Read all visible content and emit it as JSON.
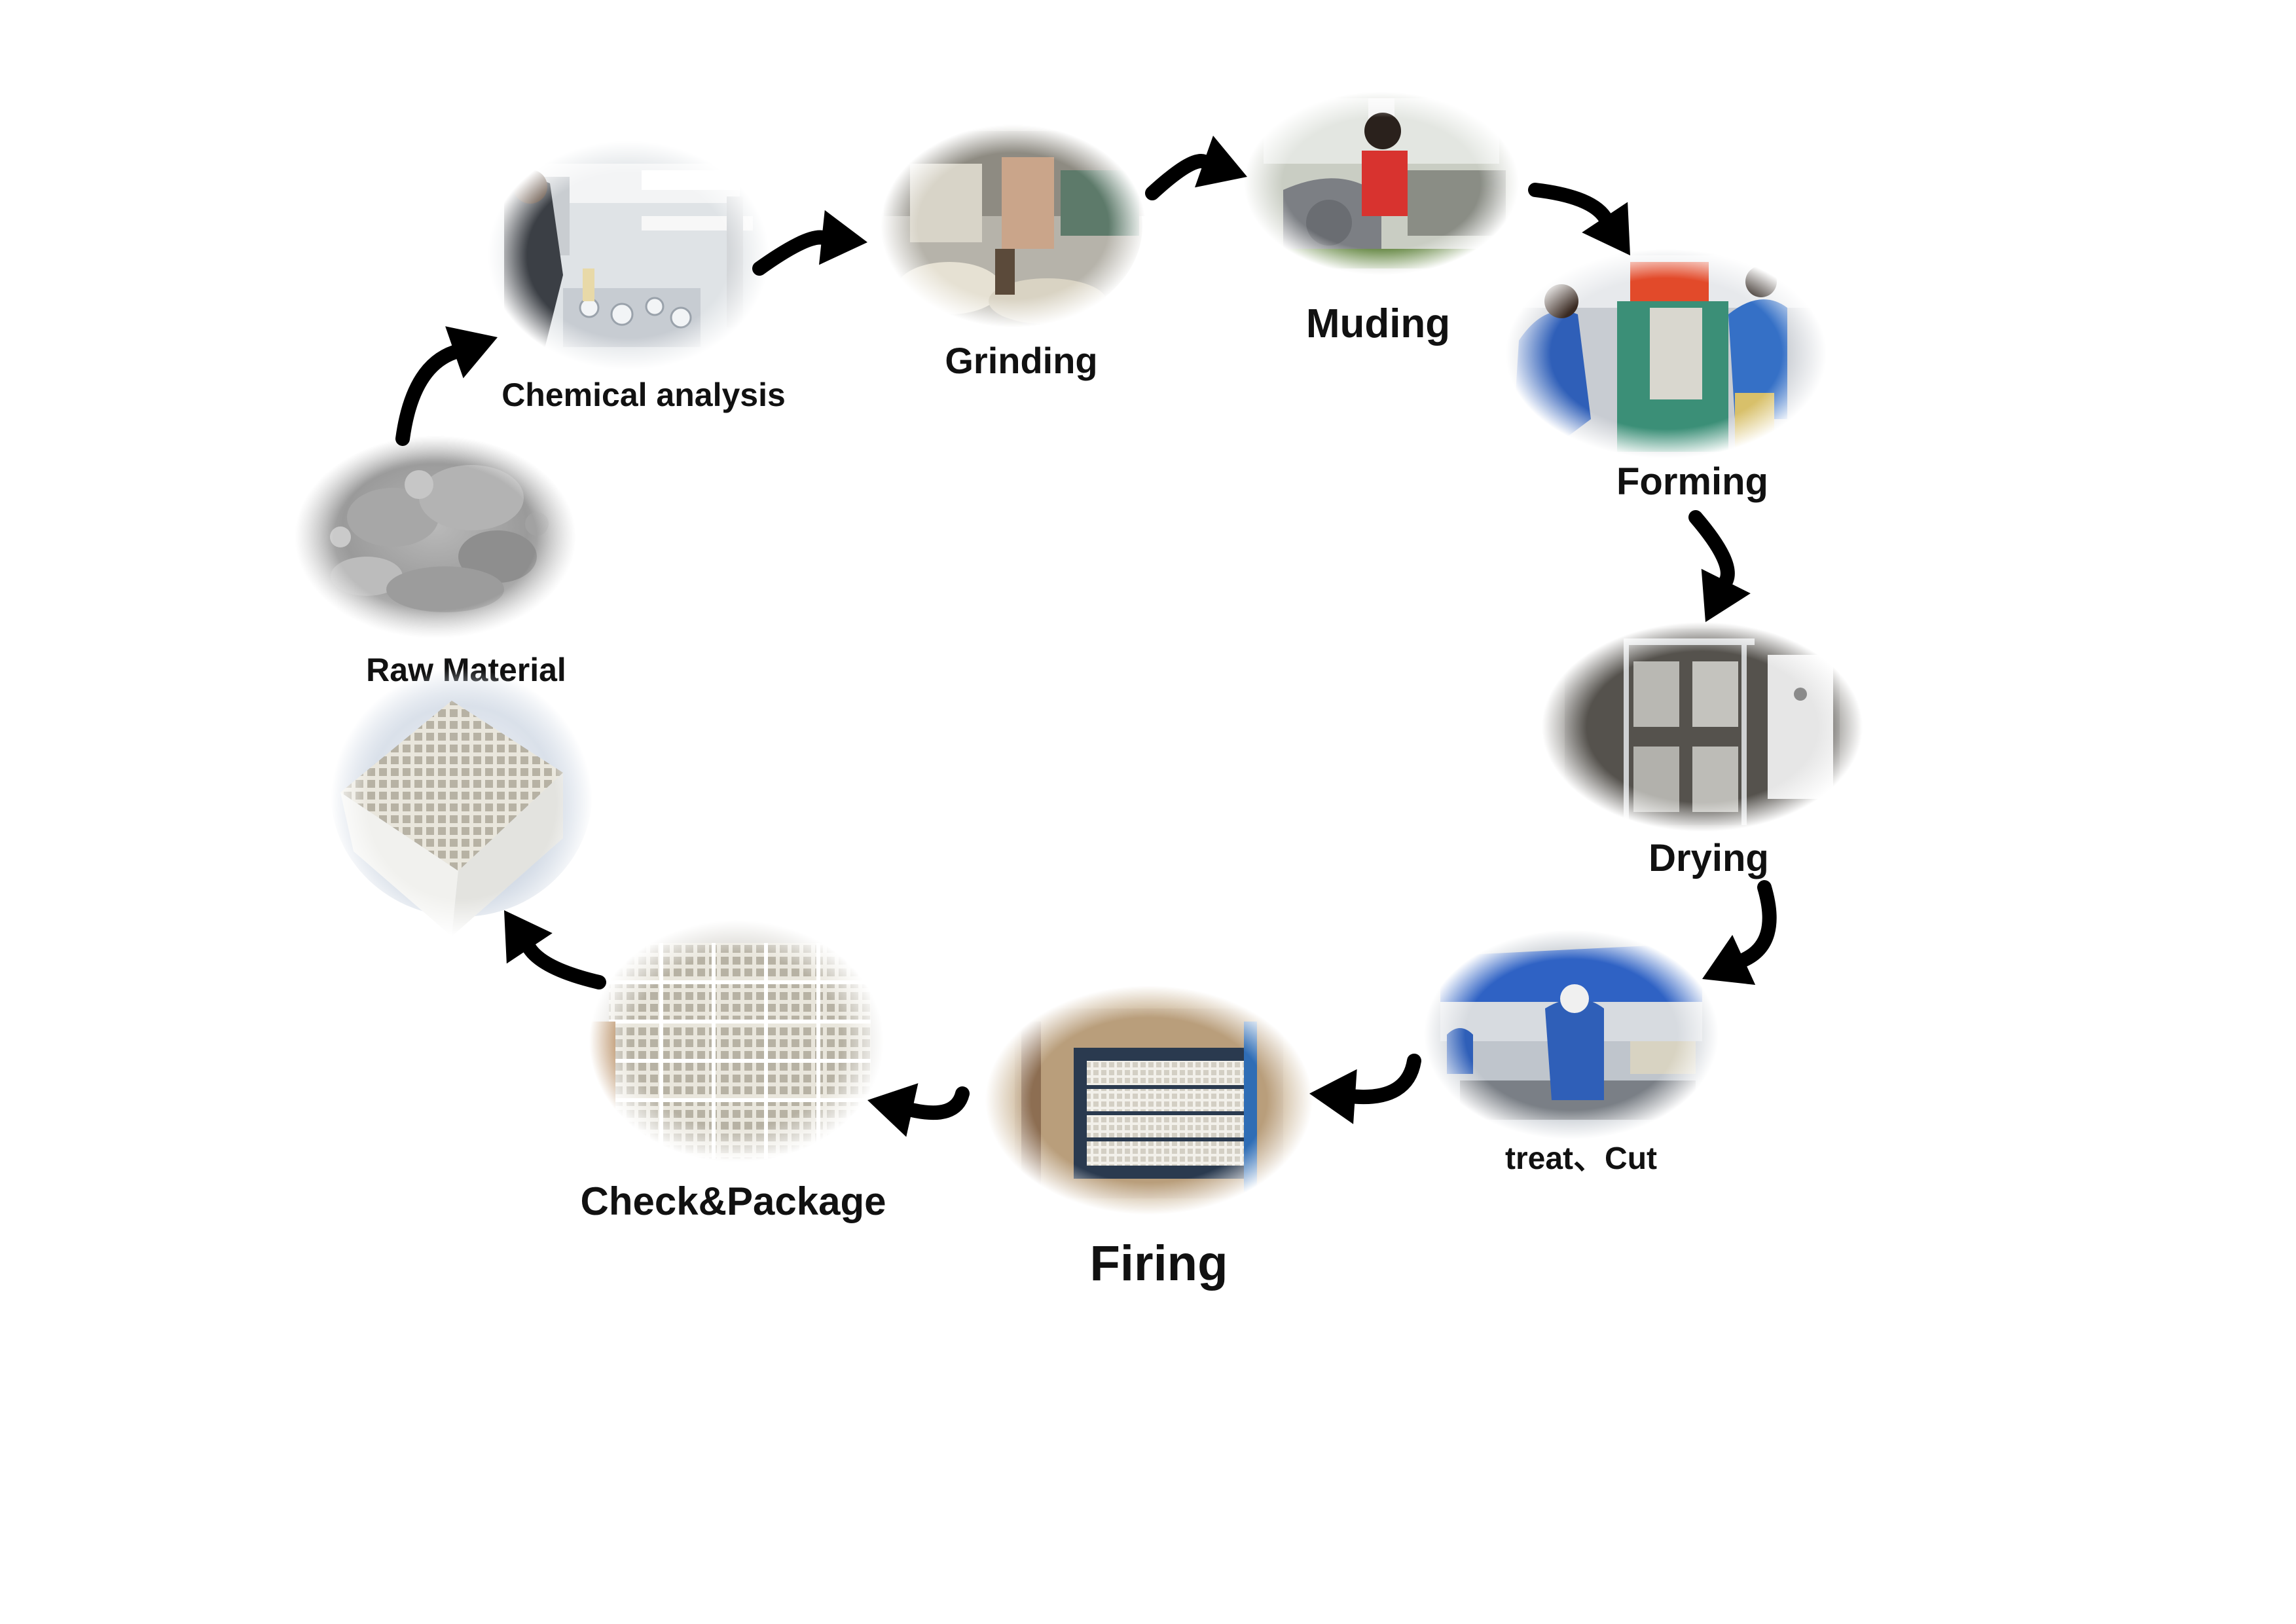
{
  "stages": [
    {
      "id": "raw-material",
      "label": "Raw Material",
      "picture": "gray-powder-pile"
    },
    {
      "id": "chemical-analysis",
      "label": "Chemical analysis",
      "picture": "lab-bench-glassware"
    },
    {
      "id": "grinding",
      "label": "Grinding",
      "picture": "factory-floor-sacks"
    },
    {
      "id": "muding",
      "label": "Muding",
      "picture": "worker-at-mixer"
    },
    {
      "id": "forming",
      "label": "Forming",
      "picture": "extrusion-machine"
    },
    {
      "id": "drying",
      "label": "Drying",
      "picture": "drying-rack"
    },
    {
      "id": "treat-cut",
      "label": "treat、Cut",
      "picture": "cutting-workshop"
    },
    {
      "id": "firing",
      "label": "Firing",
      "picture": "kiln-with-blocks"
    },
    {
      "id": "check-package",
      "label": "Check&Package",
      "picture": "stacked-honeycomb-blocks"
    },
    {
      "id": "product",
      "label": "",
      "picture": "honeycomb-ceramic-cube"
    }
  ],
  "arrow_color": "#000000"
}
